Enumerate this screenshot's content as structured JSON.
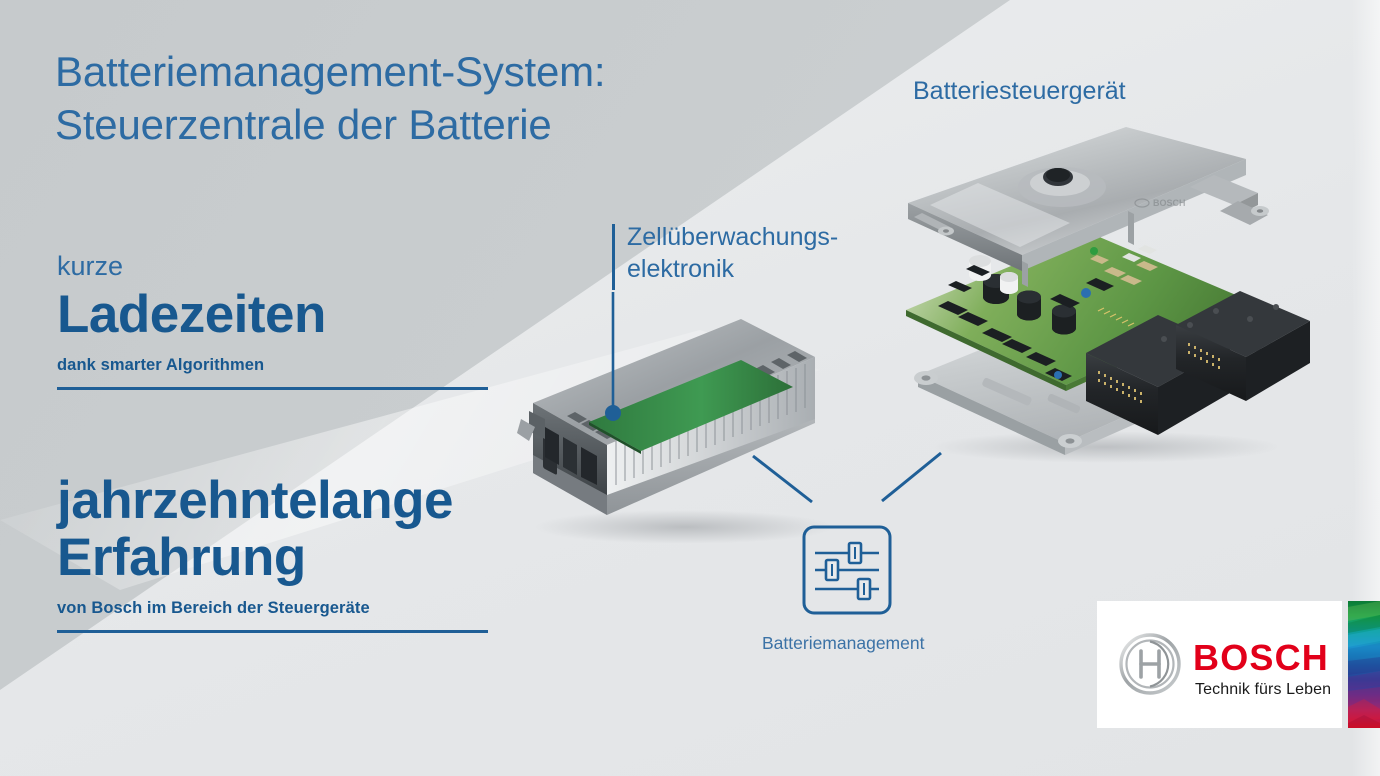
{
  "meta": {
    "headline": "Batteriemanagement-System:\nSteuerzentrale der Batterie"
  },
  "colors": {
    "brand_blue": "#18588f",
    "title_blue": "#2d6ba3",
    "rule_blue": "#1f5f97",
    "bosch_red": "#e2001a",
    "bg_dark": "#c9cdcf",
    "bg_light": "#e6e8ea"
  },
  "stats": [
    {
      "id": "charge",
      "kicker": "kurze",
      "headline": "Ladezeiten",
      "sub": "dank smarter Algorithmen"
    },
    {
      "id": "experience",
      "kicker": "",
      "headline": "jahrzehntelange\nErfahrung",
      "sub": "von Bosch im Bereich der Steuergeräte"
    }
  ],
  "callouts": {
    "ecu": "Batteriesteuergerät",
    "cell_electronics": "Zellüberwachungs-\nelektronik",
    "battery_management": "Batteriemanagement"
  },
  "icons": {
    "bms": "sliders-icon",
    "cell_marker": "leader-dot-icon",
    "bosch_emblem": "bosch-emblem-icon"
  },
  "logo": {
    "wordmark": "BOSCH",
    "tagline": "Technik fürs Leben"
  },
  "supergraphic": {
    "stops": [
      "#007a33",
      "#1a9a4b",
      "#0aa0a0",
      "#1d8ec9",
      "#1a5fa8",
      "#2f3f96",
      "#5c2d91",
      "#a2216b",
      "#d50f36",
      "#e2001a"
    ]
  }
}
